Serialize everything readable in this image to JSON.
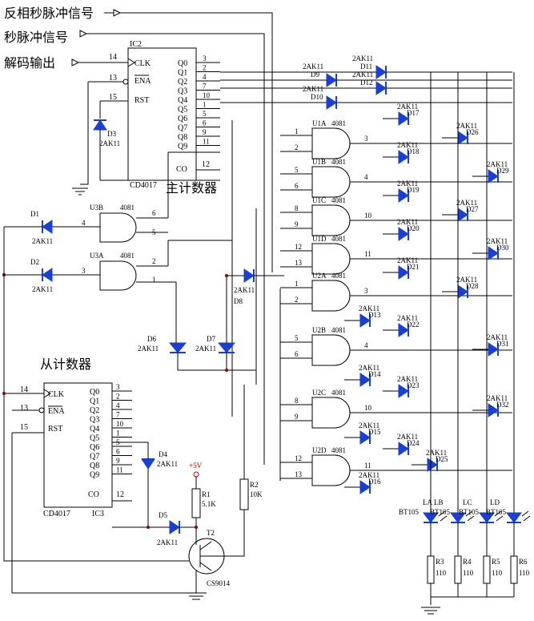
{
  "labels": {
    "in_inv": "反相秒脉冲信号",
    "in_sec": "秒脉冲信号",
    "out_dec": "解码输出",
    "main_counter": "主计数器",
    "slave_counter": "从计数器"
  },
  "ic2": {
    "ref": "IC2",
    "part": "CD4017",
    "clk": "CLK",
    "ena": "ENA",
    "rst": "RST",
    "co": "CO",
    "clk_pin": "14",
    "ena_pin": "13",
    "rst_pin": "15",
    "co_pin": "12",
    "outs": [
      "Q0",
      "Q1",
      "Q2",
      "Q3",
      "Q4",
      "Q5",
      "Q6",
      "Q7",
      "Q8",
      "Q9"
    ],
    "pins": [
      "3",
      "2",
      "4",
      "7",
      "10",
      "1",
      "5",
      "6",
      "9",
      "11"
    ]
  },
  "ic3": {
    "ref": "IC3",
    "part": "CD4017",
    "clk": "CLK",
    "ena": "ENA",
    "rst": "RST",
    "co": "CO",
    "clk_pin": "14",
    "ena_pin": "13",
    "rst_pin": "15",
    "co_pin": "12",
    "outs": [
      "Q0",
      "Q1",
      "Q2",
      "Q3",
      "Q4",
      "Q5",
      "Q6",
      "Q7",
      "Q8",
      "Q9"
    ],
    "pins": [
      "3",
      "2",
      "4",
      "7",
      "10",
      "1",
      "5",
      "6",
      "9",
      "11"
    ]
  },
  "gates": {
    "u1a": "U1A",
    "u1b": "U1B",
    "u1c": "U1C",
    "u1d": "U1D",
    "u2a": "U2A",
    "u2b": "U2B",
    "u2c": "U2C",
    "u2d": "U2D",
    "u3a": "U3A",
    "u3b": "U3B",
    "part": "4081"
  },
  "diode_part": "2AK11",
  "diodes": {
    "d1": "D1",
    "d2": "D2",
    "d3": "D3",
    "d4": "D4",
    "d5": "D5",
    "d6": "D6",
    "d7": "D7",
    "d8": "D8",
    "d9": "D9",
    "d10": "D10",
    "d11": "D11",
    "d12": "D12",
    "d13": "D13",
    "d14": "D14",
    "d15": "D15",
    "d16": "D16",
    "d17": "D17",
    "d18": "D18",
    "d19": "D19",
    "d20": "D20",
    "d21": "D21",
    "d22": "D22",
    "d23": "D23",
    "d24": "D24",
    "d25": "D25",
    "d26": "D26",
    "d27": "D27",
    "d28": "D28",
    "d29": "D29",
    "d30": "D30",
    "d31": "D31",
    "d32": "D32"
  },
  "leds": {
    "la": "LA",
    "lb": "LB",
    "lc": "LC",
    "ld": "LD",
    "part": "BT105"
  },
  "resistors": {
    "r1": "R1",
    "r1v": "5.1K",
    "r2": "R2",
    "r2v": "10K",
    "r3": "R3",
    "r4": "R4",
    "r5": "R5",
    "r6": "R6",
    "rv": "110"
  },
  "transistor": {
    "ref": "T2",
    "part": "CS9014"
  },
  "supply": "+5V",
  "pins": {
    "p1": "1",
    "p2": "2",
    "p3": "3",
    "p4": "4",
    "p5": "5",
    "p6": "6",
    "p8": "8",
    "p9": "9",
    "p10": "10",
    "p11": "11",
    "p12": "12",
    "p13": "13"
  }
}
